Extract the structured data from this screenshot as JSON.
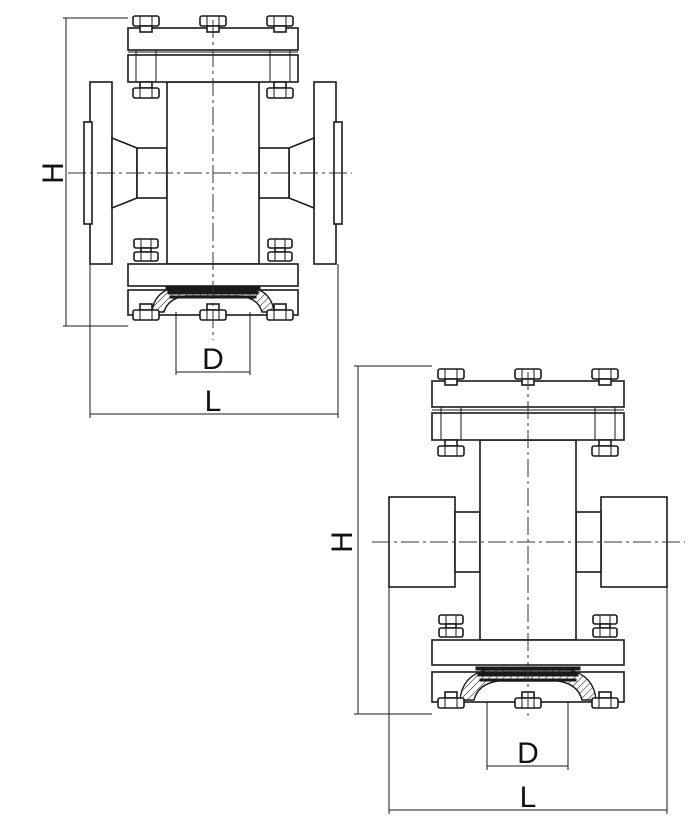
{
  "drawings": [
    {
      "name": "flanged-sight-glass",
      "labels": {
        "height": "H",
        "diameter": "D",
        "length": "L"
      }
    },
    {
      "name": "threaded-sight-glass",
      "labels": {
        "height": "H",
        "diameter": "D",
        "length": "L"
      }
    }
  ],
  "colors": {
    "line": "#1a1a1a",
    "background": "#ffffff"
  }
}
